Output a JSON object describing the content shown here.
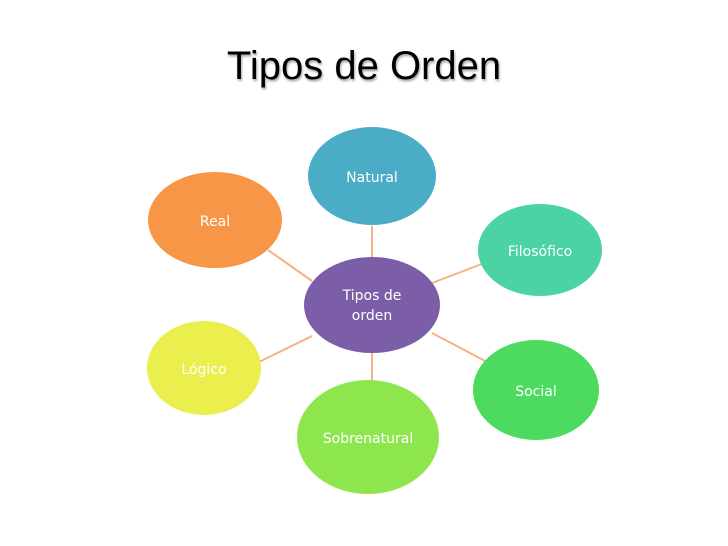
{
  "title": "Tipos de Orden",
  "center": {
    "label_line1": "Tipos de",
    "label_line2": "orden",
    "color": "#7B5EA7"
  },
  "nodes": [
    {
      "id": "natural",
      "label": "Natural",
      "color": "#4BACC6"
    },
    {
      "id": "filosofico",
      "label": "Filosófico",
      "color": "#4BD3A3"
    },
    {
      "id": "social",
      "label": "Social",
      "color": "#4CDB5E"
    },
    {
      "id": "sobrenatural",
      "label": "Sobrenatural",
      "color": "#8EE64F"
    },
    {
      "id": "logico",
      "label": "Lógico",
      "color": "#EAEF4E"
    },
    {
      "id": "real",
      "label": "Real",
      "color": "#F79646"
    }
  ],
  "connector_color": "#F4B183"
}
